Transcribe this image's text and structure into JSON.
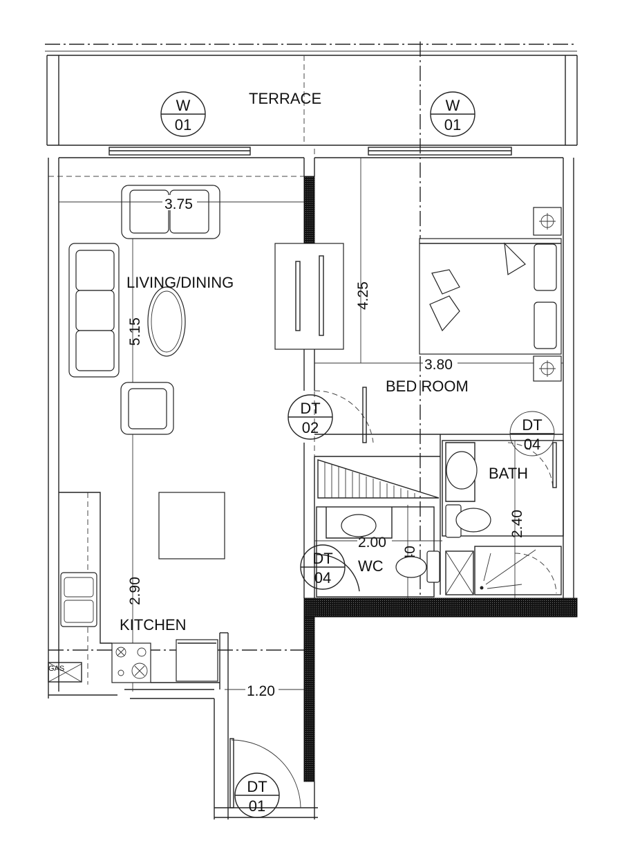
{
  "rooms": {
    "terrace": "TERRACE",
    "living_dining": "LIVING/DINING",
    "bedroom": "BED ROOM",
    "bath": "BATH",
    "wc": "WC",
    "kitchen": "KITCHEN",
    "gas": "GAS"
  },
  "dimensions": {
    "living_width": "3.75",
    "living_length": "5.15",
    "kitchen_length": "2.90",
    "bedroom_length": "4.25",
    "bedroom_width": "3.80",
    "wc_width": "2.00",
    "wc_length": "1.40",
    "bath_length": "2.40",
    "corridor_width": "1.20"
  },
  "tags": [
    {
      "top": "W",
      "bottom": "01"
    },
    {
      "top": "W",
      "bottom": "01"
    },
    {
      "top": "DT",
      "bottom": "02"
    },
    {
      "top": "DT",
      "bottom": "04"
    },
    {
      "top": "DT",
      "bottom": "04"
    },
    {
      "top": "DT",
      "bottom": "01"
    }
  ],
  "colors": {
    "line": "#222222",
    "wall_fill": "#1a1a1a",
    "background": "#ffffff"
  }
}
